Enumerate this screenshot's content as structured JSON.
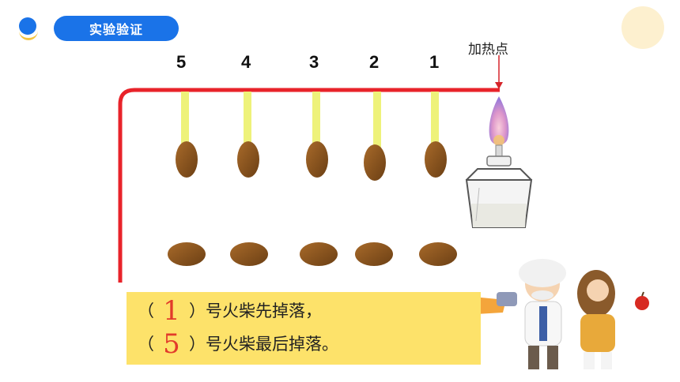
{
  "header": {
    "title": "实验验证"
  },
  "labels": {
    "heat_point": "加热点"
  },
  "match_numbers": [
    "5",
    "4",
    "3",
    "2",
    "1"
  ],
  "answers": {
    "line1_open": "（",
    "line1_answer": "1",
    "line1_text": "）号火柴先掉落，",
    "line2_open": "（",
    "line2_answer": "5",
    "line2_text": "）号火柴最后掉落。"
  },
  "colors": {
    "accent": "#1a73e8",
    "rod": "#e8232a",
    "answer_bg": "#fde26a",
    "answer_text": "#e23b2b"
  }
}
